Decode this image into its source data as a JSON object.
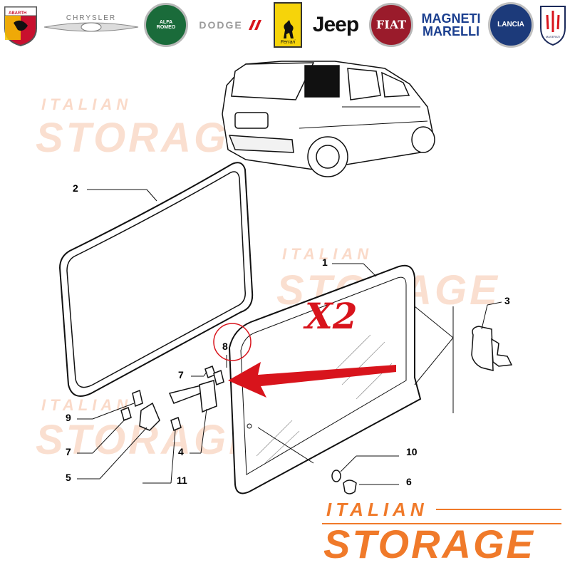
{
  "brands": {
    "abarth": "ABARTH",
    "chrysler": "CHRYSLER",
    "alfa": "ALFA ROMEO",
    "dodge": "DODGE",
    "ferrari": "Ferrari",
    "jeep": "Jeep",
    "fiat": "FIAT",
    "magneti1": "MAGNETI",
    "magneti2": "MARELLI",
    "lancia": "LANCIA",
    "maserati": "MASERATI"
  },
  "watermark": {
    "line1": "ITALIAN",
    "line2": "STORAGE"
  },
  "callouts": {
    "n1": "1",
    "n2": "2",
    "n3": "3",
    "n4": "4",
    "n5": "5",
    "n6": "6",
    "n7a": "7",
    "n7b": "7",
    "n8": "8",
    "n9": "9",
    "n10": "10",
    "n11": "11"
  },
  "quantity_note": "X2",
  "colors": {
    "accent_orange": "#f07a2a",
    "note_red": "#d8141c",
    "line": "#000000"
  }
}
